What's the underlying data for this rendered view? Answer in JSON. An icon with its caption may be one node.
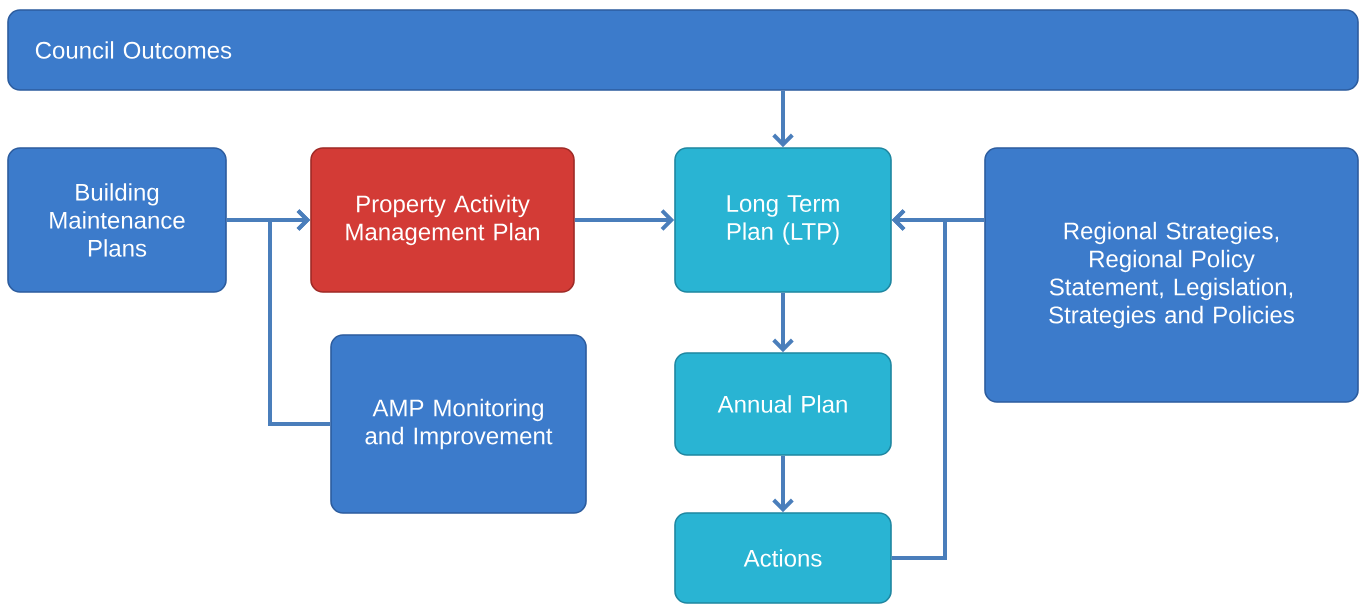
{
  "diagram": {
    "nodes": [
      {
        "text": [
          "Council Outcomes"
        ]
      },
      {
        "text": [
          "Building Maintenance Plans"
        ]
      },
      {
        "text": [
          "Property Activity Management Plan"
        ]
      },
      {
        "text": [
          "Long Term Plan (LTP)"
        ]
      },
      {
        "text": [
          "Regional Strategies, Regional Policy Statement, Legislation, Strategies and Policies"
        ]
      },
      {
        "text": [
          "AMP Monitoring and Improvement"
        ]
      },
      {
        "text": [
          "Annual Plan"
        ]
      },
      {
        "text": [
          "Actions"
        ]
      }
    ],
    "edges": [
      {
        "from": 0,
        "to": 3,
        "arrow": "to"
      },
      {
        "from": 1,
        "to": 2,
        "arrow": "to"
      },
      {
        "from": 2,
        "to": 3,
        "arrow": "to"
      },
      {
        "from": 4,
        "to": 3,
        "arrow": "to"
      },
      {
        "from": 5,
        "to": 2,
        "arrow": "to"
      },
      {
        "from": 3,
        "to": 6,
        "arrow": "to"
      },
      {
        "from": 6,
        "to": 7,
        "arrow": "to"
      },
      {
        "from": 7,
        "to": 3,
        "arrow": "to"
      }
    ]
  }
}
